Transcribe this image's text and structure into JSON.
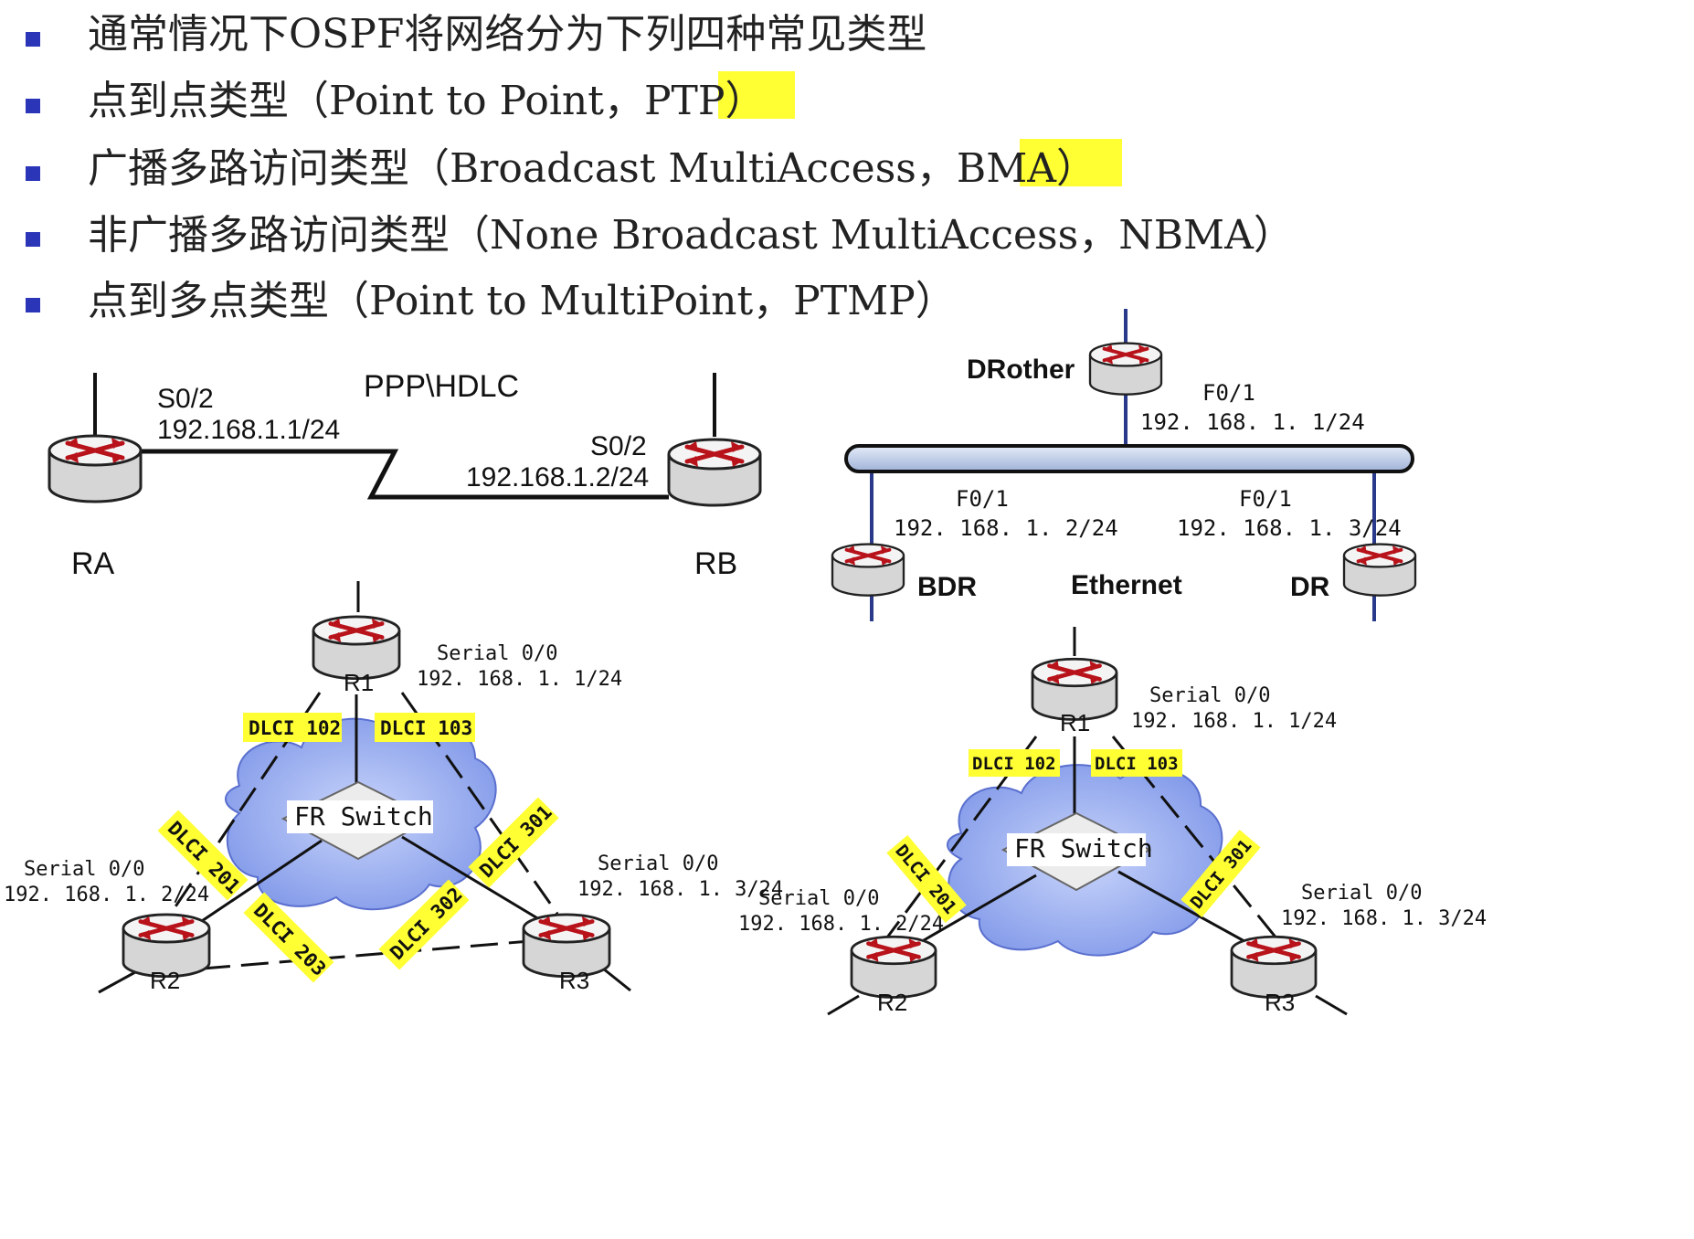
{
  "bullets": [
    {
      "text": "通常情况下OSPF将网络分为下列四种常见类型",
      "highlight": ""
    },
    {
      "text": "点到点类型（Point to Point，",
      "highlight": "PTP",
      "tail": "）"
    },
    {
      "text": "广播多路访问类型（Broadcast MultiAccess，",
      "highlight": "BMA）",
      "tail": ""
    },
    {
      "text": "非广播多路访问类型（None Broadcast MultiAccess，NBMA）",
      "highlight": ""
    },
    {
      "text": "点到多点类型（Point to MultiPoint，PTMP）",
      "highlight": ""
    }
  ],
  "ptp": {
    "link_label": "PPP\\HDLC",
    "ra": {
      "name": "RA",
      "iface": "S0/2",
      "ip": "192.168.1.1/24"
    },
    "rb": {
      "name": "RB",
      "iface": "S0/2",
      "ip": "192.168.1.2/24"
    }
  },
  "bma": {
    "segment_label": "Ethernet",
    "drother": {
      "name": "DRother",
      "iface": "F0/1",
      "ip": "192. 168. 1. 1/24"
    },
    "bdr": {
      "name": "BDR",
      "iface": "F0/1",
      "ip": "192. 168. 1. 2/24"
    },
    "dr": {
      "name": "DR",
      "iface": "F0/1",
      "ip": "192. 168. 1. 3/24"
    }
  },
  "nbma": {
    "switch_label": "FR Switch",
    "r1": {
      "name": "R1",
      "iface": "Serial 0/0",
      "ip": "192. 168. 1. 1/24"
    },
    "r2": {
      "name": "R2",
      "iface": "Serial 0/0",
      "ip": "192. 168. 1. 2/24"
    },
    "r3": {
      "name": "R3",
      "iface": "Serial 0/0",
      "ip": "192. 168. 1. 3/24"
    },
    "dlci": [
      "DLCI 102",
      "DLCI 103",
      "DLCI 201",
      "DLCI 203",
      "DLCI 302",
      "DLCI 301"
    ]
  },
  "ptmp": {
    "switch_label": "FR Switch",
    "r1": {
      "name": "R1",
      "iface": "Serial 0/0",
      "ip": "192. 168. 1. 1/24"
    },
    "r2": {
      "name": "R2",
      "iface": "Serial 0/0",
      "ip": "192. 168. 1. 2/24"
    },
    "r3": {
      "name": "R3",
      "iface": "Serial 0/0",
      "ip": "192. 168. 1. 3/24"
    },
    "dlci": [
      "DLCI 102",
      "DLCI 103",
      "DLCI 201",
      "DLCI 301"
    ]
  },
  "colors": {
    "bullet": "#2b35b8",
    "highlight": "#ffff33",
    "router_top": "#f2f2f2",
    "router_body": "#dcdcdc",
    "router_arrow": "#c0141c",
    "ethernet_bar": "#b9c8e6",
    "ethernet_line": "#2a3a8a",
    "cloud": "#7f97e8"
  }
}
